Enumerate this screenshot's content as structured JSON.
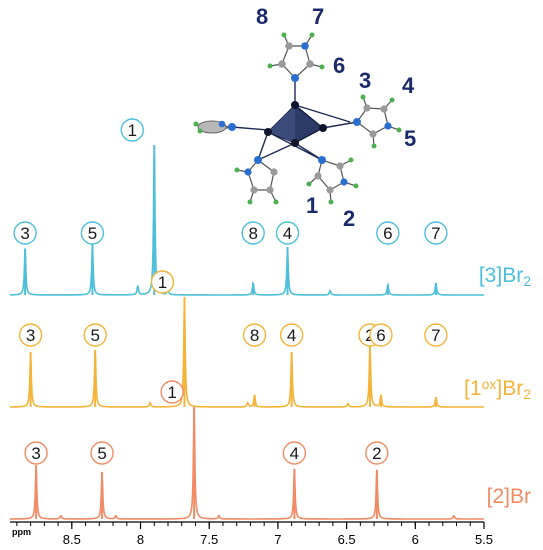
{
  "chart_data": {
    "type": "line",
    "x_unit_label": "ppm",
    "x_range": [
      8.95,
      5.5
    ],
    "x_reversed": true,
    "x_ticks": [
      8.5,
      8,
      7.5,
      7,
      6.5,
      6,
      5.5
    ],
    "tick_labels": [
      "8.5",
      "8",
      "7.5",
      "7",
      "6.5",
      "6",
      "5.5"
    ],
    "structure_labels": [
      "8",
      "7",
      "6",
      "3",
      "4",
      "5",
      "1",
      "2"
    ],
    "series": [
      {
        "name": "[3]Br2",
        "label": {
          "pre": "[3]Br",
          "sub": "2",
          "sup": ""
        },
        "color": "#4DBFD9",
        "peaks": [
          {
            "label": "3",
            "ppm": 8.84,
            "height": 0.31
          },
          {
            "label": "5",
            "ppm": 8.35,
            "height": 0.34
          },
          {
            "label": "1",
            "ppm": 7.9,
            "height": 1.0
          },
          {
            "label": "8",
            "ppm": 7.18,
            "height": 0.08
          },
          {
            "label": "4",
            "ppm": 6.93,
            "height": 0.32
          },
          {
            "label": "6",
            "ppm": 6.2,
            "height": 0.07
          },
          {
            "label": "7",
            "ppm": 5.85,
            "height": 0.08
          }
        ],
        "minor_peaks": [
          {
            "ppm": 8.02,
            "height": 0.06
          },
          {
            "ppm": 7.8,
            "height": 0.04
          },
          {
            "ppm": 6.62,
            "height": 0.03
          }
        ]
      },
      {
        "name": "[1ox]Br2",
        "label": {
          "pre": "[1",
          "sup": "ox",
          "post": "]Br",
          "sub": "2"
        },
        "color": "#F4B43A",
        "peaks": [
          {
            "label": "3",
            "ppm": 8.8,
            "height": 0.5
          },
          {
            "label": "5",
            "ppm": 8.33,
            "height": 0.52
          },
          {
            "label": "1",
            "ppm": 7.68,
            "height": 1.0
          },
          {
            "label": "8",
            "ppm": 7.17,
            "height": 0.11
          },
          {
            "label": "4",
            "ppm": 6.9,
            "height": 0.5
          },
          {
            "label": "2",
            "ppm": 6.33,
            "height": 0.58
          },
          {
            "label": "6",
            "ppm": 6.25,
            "height": 0.11
          },
          {
            "label": "7",
            "ppm": 5.85,
            "height": 0.09
          }
        ],
        "minor_peaks": [
          {
            "ppm": 7.93,
            "height": 0.04
          },
          {
            "ppm": 7.22,
            "height": 0.04
          },
          {
            "ppm": 6.49,
            "height": 0.03
          }
        ]
      },
      {
        "name": "[2]Br",
        "label": {
          "pre": "[2]Br",
          "sub": "",
          "sup": ""
        },
        "color": "#F08B65",
        "peaks": [
          {
            "label": "3",
            "ppm": 8.76,
            "height": 0.48
          },
          {
            "label": "5",
            "ppm": 8.28,
            "height": 0.42
          },
          {
            "label": "1",
            "ppm": 7.61,
            "height": 1.0
          },
          {
            "label": "4",
            "ppm": 6.88,
            "height": 0.45
          },
          {
            "label": "2",
            "ppm": 6.28,
            "height": 0.44
          }
        ],
        "minor_peaks": [
          {
            "ppm": 8.58,
            "height": 0.03
          },
          {
            "ppm": 8.18,
            "height": 0.03
          },
          {
            "ppm": 7.43,
            "height": 0.03
          },
          {
            "ppm": 5.72,
            "height": 0.03
          }
        ]
      }
    ]
  }
}
